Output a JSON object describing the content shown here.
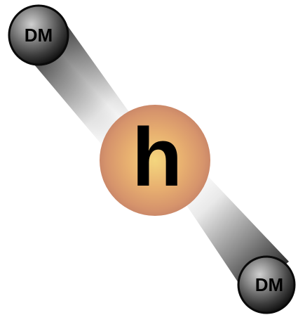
{
  "diagram": {
    "particles": {
      "dm_top": {
        "label": "DM"
      },
      "higgs": {
        "label": "h"
      },
      "dm_bottom": {
        "label": "DM"
      }
    },
    "colors": {
      "background": "#ffffff",
      "dm_sphere_highlight": "#b8b8b8",
      "dm_sphere_mid": "#6a6a6a",
      "dm_sphere_shadow": "#141414",
      "higgs_center": "#f3d27c",
      "higgs_edge": "#c9866a",
      "beam_dark": "#3a3a3a",
      "beam_light": "#ffffff"
    }
  }
}
